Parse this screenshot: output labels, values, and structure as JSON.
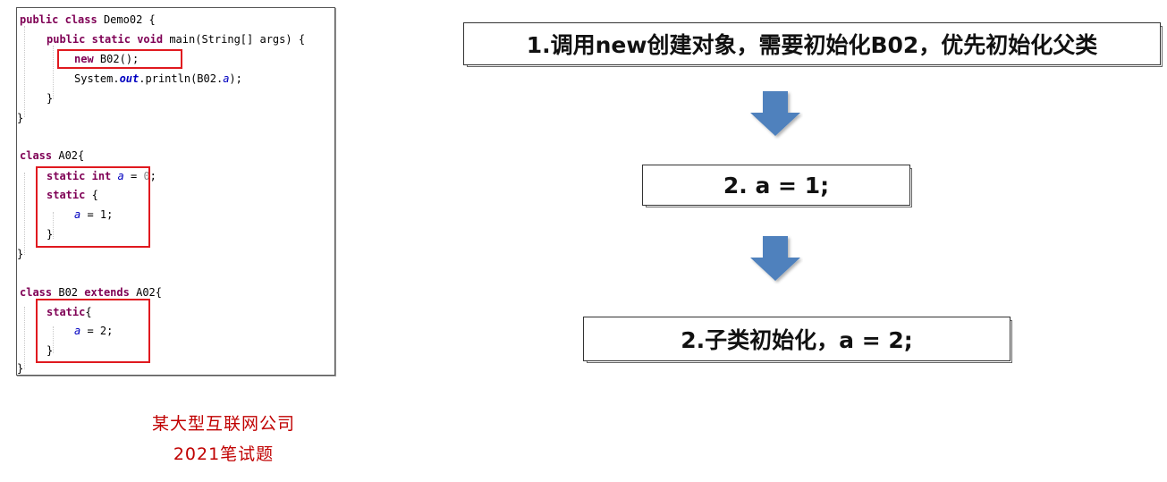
{
  "code": {
    "demo_class": {
      "keyword_public": "public",
      "keyword_class": "class",
      "name": "Demo02 {"
    },
    "main_sig": {
      "kw1": "public",
      "kw2": "static",
      "kw3": "void",
      "rest": "main(String[] args) {"
    },
    "new_stmt": {
      "kw": "new",
      "rest": "B02();"
    },
    "println": {
      "prefix": "System.",
      "out": "out",
      "mid": ".println(B02.",
      "field": "a",
      "end": ");"
    },
    "close_brace": "}",
    "class_a": {
      "kw": "class",
      "name": "A02{"
    },
    "a_decl": {
      "kw1": "static",
      "kw2": "int",
      "field": "a",
      "rest": " = ",
      "num": "0",
      "end": ";"
    },
    "a_static": {
      "kw": "static",
      "rest": " {"
    },
    "a_assign": {
      "field": "a",
      "rest": " = 1;"
    },
    "class_b": {
      "kw1": "class",
      "name": "B02",
      "kw2": "extends",
      "parent": "A02{"
    },
    "b_static": {
      "kw": "static",
      "rest": "{"
    },
    "b_assign": {
      "field": "a",
      "rest": " = 2;"
    }
  },
  "caption": {
    "line1": "某大型互联网公司",
    "line2": "2021笔试题"
  },
  "flow": {
    "step1": "1.调用new创建对象，需要初始化B02，优先初始化父类",
    "step2": "2. a = 1;",
    "step3": "2.子类初始化，a = 2;"
  },
  "colors": {
    "highlight": "#e0191f",
    "arrow": "#4f81bd",
    "caption": "#c00000"
  }
}
